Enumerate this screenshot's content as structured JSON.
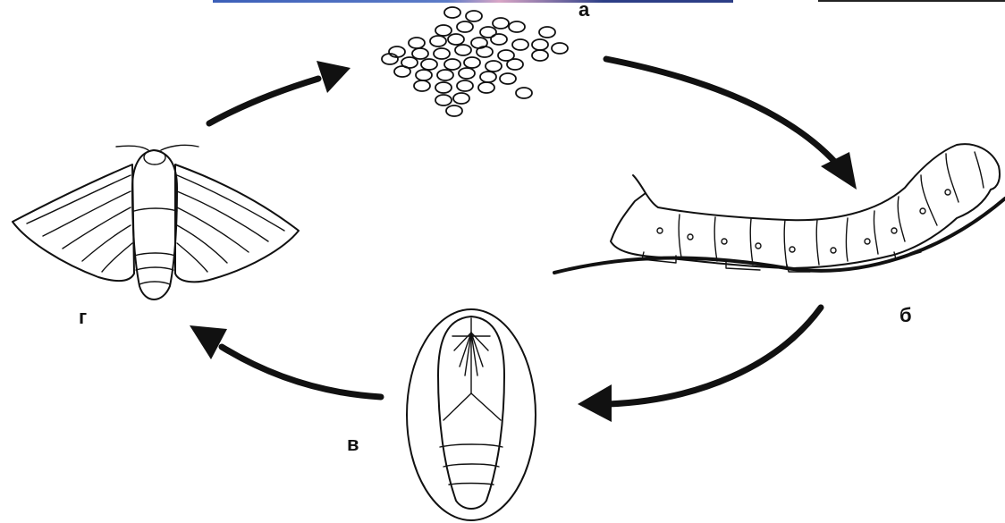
{
  "diagram": {
    "stages": [
      {
        "id": "eggs",
        "label": "а"
      },
      {
        "id": "caterpillar",
        "label": "б"
      },
      {
        "id": "pupa",
        "label": "в"
      },
      {
        "id": "moth",
        "label": "г"
      }
    ],
    "colors": {
      "ink": "#111111",
      "background": "#ffffff",
      "top_strip_left": "#3c5fb8",
      "top_strip_mid": "#d9a6c6",
      "top_strip_right": "#2c3e86"
    }
  }
}
